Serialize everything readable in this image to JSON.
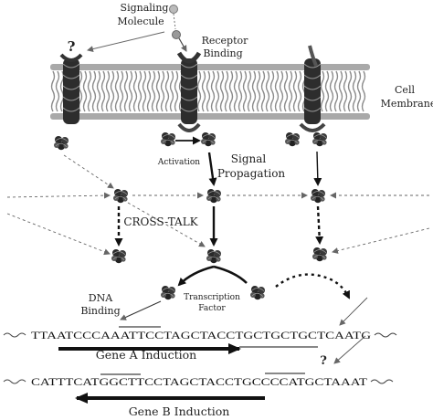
{
  "labels": {
    "signaling_molecule_line1": "Signaling",
    "signaling_molecule_line2": "Molecule",
    "receptor_binding_line1": "Receptor",
    "receptor_binding_line2": "Binding",
    "cell_membrane_line1": "Cell",
    "cell_membrane_line2": "Membrane",
    "activation": "Activation",
    "signal_propagation_line1": "Signal",
    "signal_propagation_line2": "Propagation",
    "cross_talk": "CROSS-TALK",
    "dna_binding_line1": "DNA",
    "dna_binding_line2": "Binding",
    "transcription_factor_line1": "Transcription",
    "transcription_factor_line2": "Factor",
    "question_top": "?",
    "question_gene_b": "?"
  },
  "genes": {
    "gene_a_sequence": "TTAATCCCAAATTCCTAGCTACCTGCTGCTGCTCAATG",
    "gene_a_label": "Gene A Induction",
    "gene_b_sequence": "CATTTCATGGCTTCCTAGCTACCTGCCCCATGCTAAAT",
    "gene_b_label": "Gene B Induction"
  },
  "colors": {
    "ink": "#111111",
    "membrane": "#9a9a9a",
    "protein": "#2a2a2a",
    "dashed_arrow": "#777777"
  }
}
